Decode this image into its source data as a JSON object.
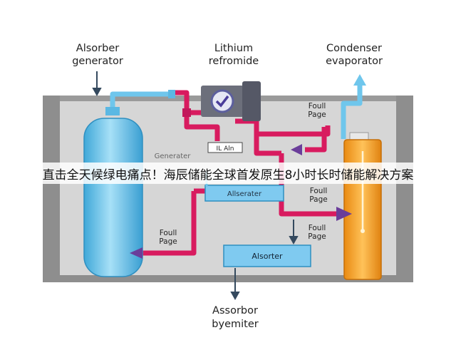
{
  "diagram": {
    "labels": {
      "absorber_generator": [
        "Alsorber",
        "generator"
      ],
      "lithium": [
        "Lithium",
        "refromide"
      ],
      "condenser": [
        "Condenser",
        "evaporator"
      ],
      "generator_box": "Generater",
      "small_tag": "IL Aln",
      "mid_box": "Allserater",
      "bottom_box": "Alsorter",
      "foull_top_right": [
        "Foull",
        "Page"
      ],
      "foull_mid_right": [
        "Foull",
        "Page"
      ],
      "foull_lower_right": [
        "Foull",
        "Page"
      ],
      "foull_left": [
        "Foull",
        "Page"
      ],
      "absorbor": [
        "Assorbor",
        "byemiter"
      ]
    },
    "colors": {
      "frame": "#8e8e8e",
      "panel": "#d6d6d6",
      "pipe_blue": "#6fc6ec",
      "pipe_red": "#d81b5f",
      "tank_blue": "#6cc3ea",
      "tank_orange": "#f4a427",
      "arrow_purple": "#6a3d9a"
    }
  },
  "banner": {
    "text": "直击全天候绿电痛点！海辰储能全球首发原生8小时长时储能解决方案"
  }
}
